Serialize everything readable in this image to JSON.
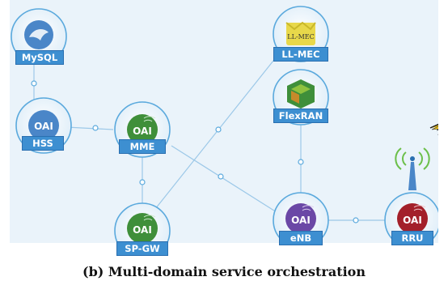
{
  "caption": "(b) Multi-domain service orchestration",
  "colors": {
    "node_ring": "#5aa9dd",
    "label_bg": "#3d8fd1",
    "edge": "#9cc8e8",
    "oai_blue": "#4a86c8",
    "oai_green": "#3f8f3a",
    "oai_purple": "#6b48a6",
    "oai_red": "#a3202a"
  },
  "nodes": [
    {
      "id": "mysql",
      "label": "MySQL",
      "icon": "mysql-dolphin-icon",
      "badge": ""
    },
    {
      "id": "hss",
      "label": "HSS",
      "icon": "oai-icon",
      "badge": "OAI"
    },
    {
      "id": "mme",
      "label": "MME",
      "icon": "oai-icon",
      "badge": "OAI"
    },
    {
      "id": "spgw",
      "label": "SP-GW",
      "icon": "oai-icon",
      "badge": "OAI"
    },
    {
      "id": "llmec",
      "label": "LL-MEC",
      "icon": "ll-mec-icon",
      "badge": "LL-MEC"
    },
    {
      "id": "flexran",
      "label": "FlexRAN",
      "icon": "flexran-icon",
      "badge": ""
    },
    {
      "id": "enb",
      "label": "eNB",
      "icon": "oai-icon",
      "badge": "OAI"
    },
    {
      "id": "rru",
      "label": "RRU",
      "icon": "oai-icon",
      "badge": "OAI"
    }
  ]
}
